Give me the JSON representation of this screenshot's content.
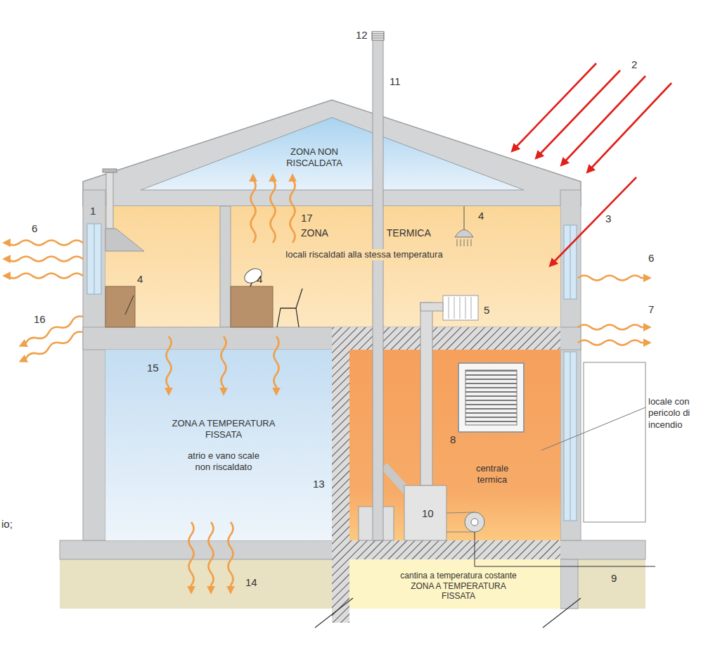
{
  "diagram": {
    "nodes": [
      {
        "text": [
          "ZONA NON RISCALDATA"
        ]
      },
      {
        "text": [
          "ZONA TERMICA",
          "locali riscaldati alla stessa temperatura"
        ]
      },
      {
        "text": [
          "ZONA A TEMPERATURA FISSATA",
          "atrio e vano scale non riscaldato"
        ]
      },
      {
        "text": [
          "centrale termica"
        ]
      },
      {
        "text": [
          "cantina a temperatura costante",
          "ZONA A TEMPERATURA FISSATA"
        ]
      }
    ],
    "labels": [
      "12",
      "11",
      "2",
      "1",
      "6",
      "17",
      "4",
      "3",
      "4",
      "4",
      "6",
      "5",
      "7",
      "16",
      "15",
      "8",
      "locale con pericolo di incendio",
      "13",
      "io;",
      "10",
      "14",
      "9"
    ]
  }
}
